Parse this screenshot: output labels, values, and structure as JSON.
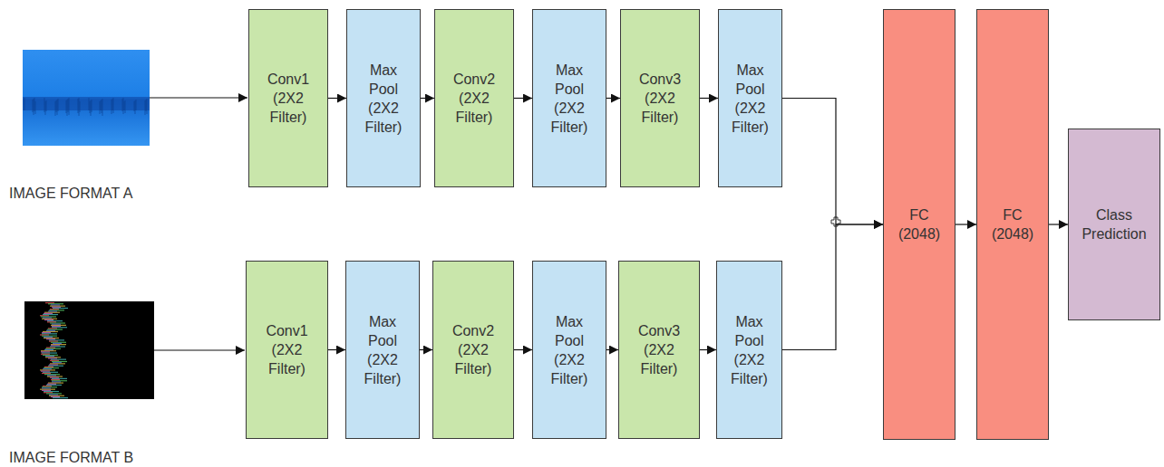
{
  "diagram": {
    "nodes": [
      {
        "text": [
          "Conv1 (2X2 Filter)"
        ]
      },
      {
        "text": [
          "Max Pool (2X2 Filter)"
        ]
      },
      {
        "text": [
          "Conv2 (2X2 Filter)"
        ]
      },
      {
        "text": [
          "Max Pool (2X2 Filter)"
        ]
      },
      {
        "text": [
          "Conv3 (2X2 Filter)"
        ]
      },
      {
        "text": [
          "Max Pool (2X2 Filter)"
        ]
      },
      {
        "text": [
          "Conv1 (2X2 Filter)"
        ]
      },
      {
        "text": [
          "Max Pool (2X2 Filter)"
        ]
      },
      {
        "text": [
          "Conv2 (2X2 Filter)"
        ]
      },
      {
        "text": [
          "Max Pool (2X2 Filter)"
        ]
      },
      {
        "text": [
          "Conv3 (2X2 Filter)"
        ]
      },
      {
        "text": [
          "Max Pool (2X2 Filter)"
        ]
      },
      {
        "text": [
          "FC (2048)"
        ]
      },
      {
        "text": [
          "FC (2048)"
        ]
      },
      {
        "text": [
          "Class Prediction"
        ]
      }
    ],
    "edges": [
      {
        "from": 0,
        "to": 1,
        "arrow": "to"
      },
      {
        "from": 1,
        "to": 2,
        "arrow": "to"
      },
      {
        "from": 2,
        "to": 3,
        "arrow": "to"
      },
      {
        "from": 3,
        "to": 4,
        "arrow": "to"
      },
      {
        "from": 4,
        "to": 5,
        "arrow": "to"
      },
      {
        "from": 6,
        "to": 7,
        "arrow": "to"
      },
      {
        "from": 7,
        "to": 8,
        "arrow": "to"
      },
      {
        "from": 8,
        "to": 9,
        "arrow": "to"
      },
      {
        "from": 9,
        "to": 10,
        "arrow": "to"
      },
      {
        "from": 10,
        "to": 11,
        "arrow": "to"
      },
      {
        "from": 5,
        "to": 12,
        "arrow": "to"
      },
      {
        "from": 11,
        "to": 12,
        "arrow": "to"
      },
      {
        "from": 12,
        "to": 13,
        "arrow": "to"
      },
      {
        "from": 13,
        "to": 14,
        "arrow": "to"
      }
    ],
    "labels": [
      "IMAGE FORMAT A",
      "IMAGE FORMAT B"
    ]
  }
}
